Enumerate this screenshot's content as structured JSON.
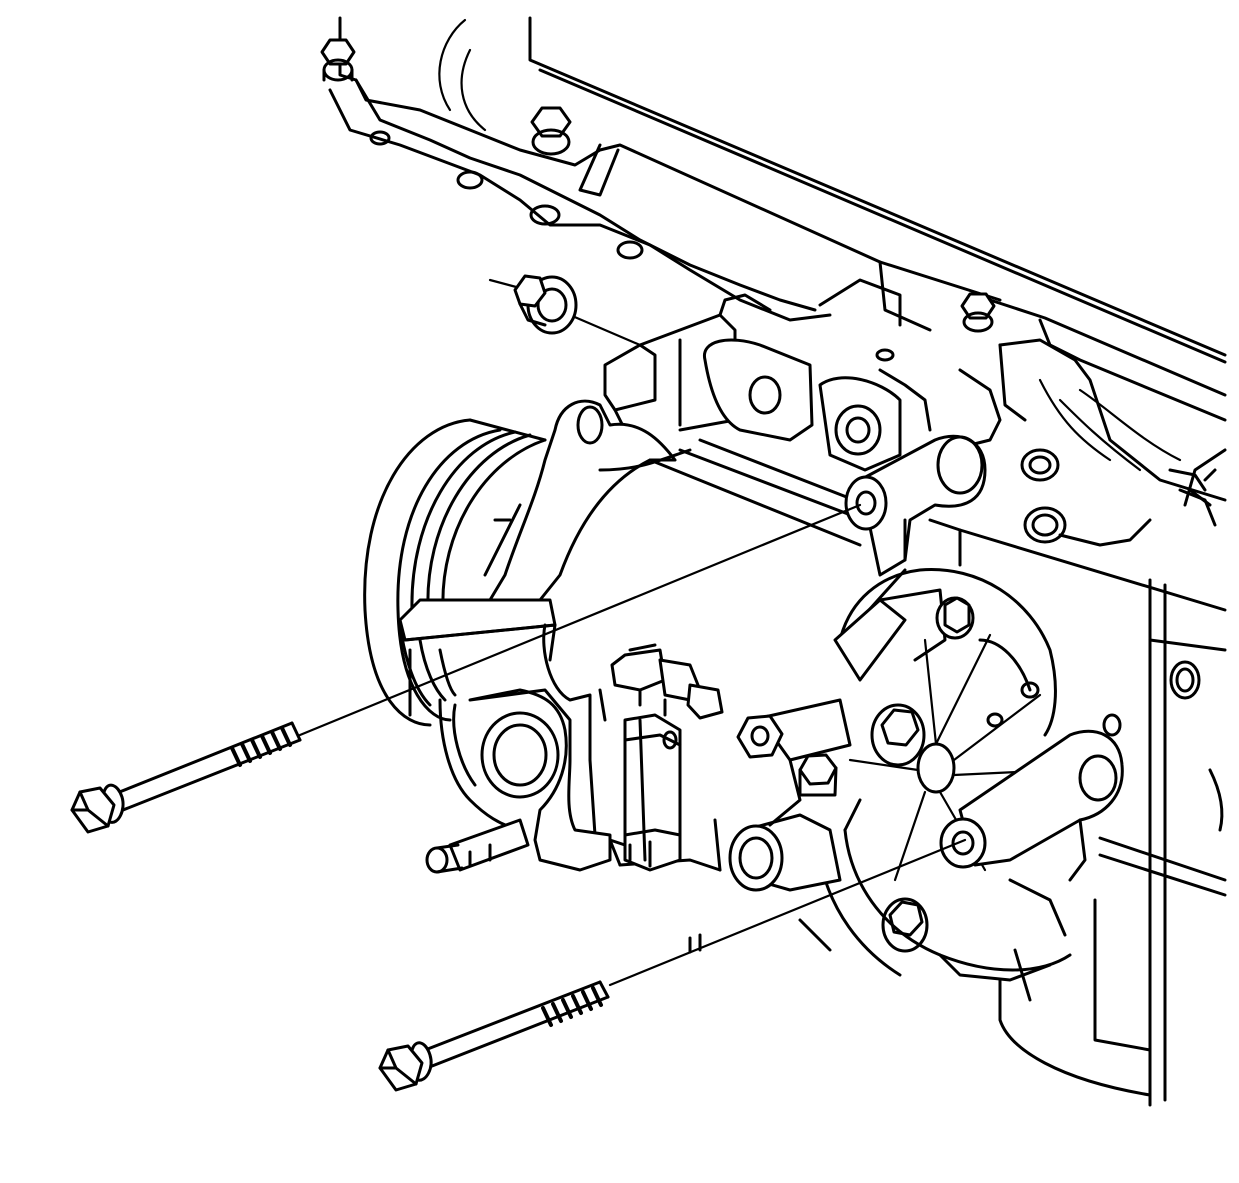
{
  "figure": {
    "background": "#ffffff",
    "line_color": "#000000",
    "style": "black line-art service illustration",
    "components": [
      {
        "name": "engine-block",
        "icon": "engine-block-outline"
      },
      {
        "name": "ac-compressor",
        "icon": "compressor-body"
      },
      {
        "name": "compressor-clutch-pulley",
        "icon": "grooved-pulley"
      },
      {
        "name": "compressor-rear-head",
        "icon": "compressor-rear-head"
      },
      {
        "name": "electrical-connector",
        "icon": "wiring-connector"
      },
      {
        "name": "mounting-bolt-upper",
        "icon": "long-bolt"
      },
      {
        "name": "mounting-bolt-lower",
        "icon": "long-bolt"
      },
      {
        "name": "mounting-nut",
        "icon": "hex-nut-washer"
      }
    ]
  }
}
